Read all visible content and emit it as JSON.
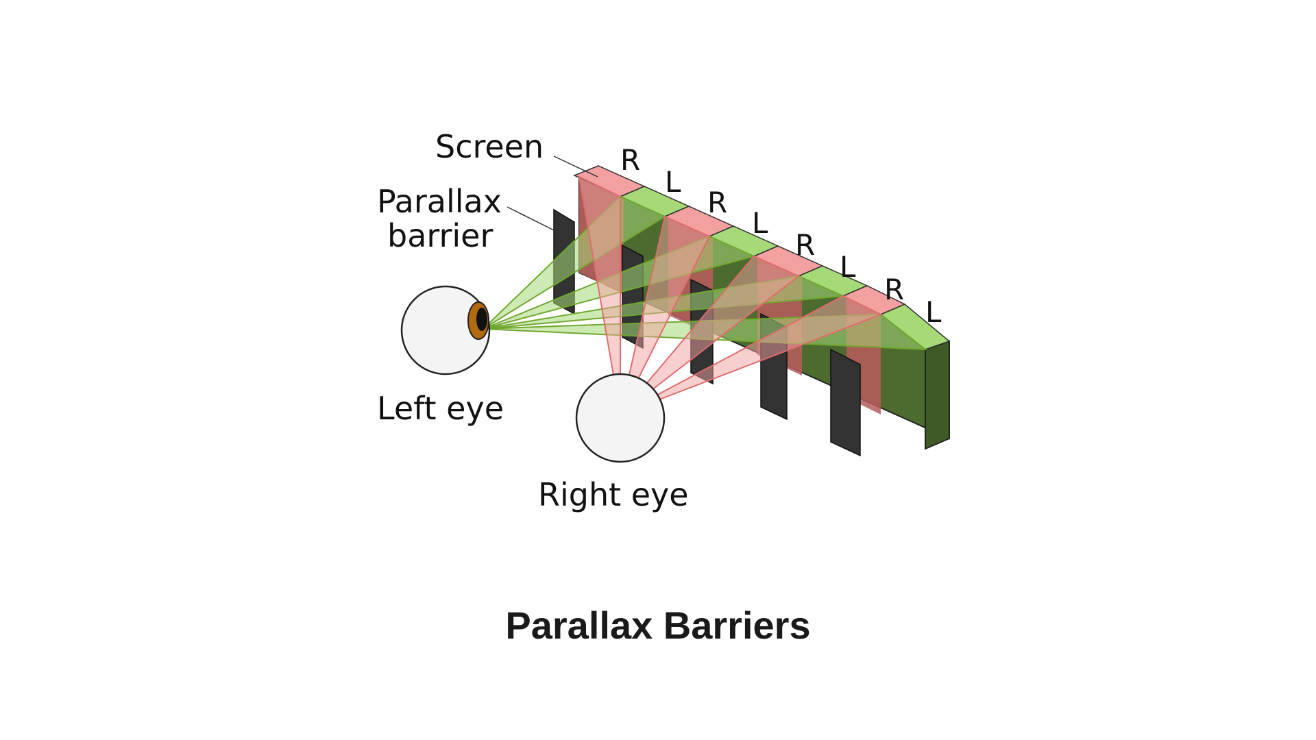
{
  "labels": {
    "screen": "Screen",
    "parallax_line1": "Parallax",
    "parallax_line2": "barrier",
    "left_eye": "Left eye",
    "right_eye": "Right eye"
  },
  "strip_labels": [
    "R",
    "L",
    "R",
    "L",
    "R",
    "L",
    "R",
    "L"
  ],
  "caption": "Parallax Barriers",
  "colors": {
    "right_strip": "#f2a0a0",
    "left_strip": "#a6d977",
    "left_strip_side": "#4d6a2f",
    "barrier": "#3a3a3a",
    "left_ray": "#7fb83a",
    "right_ray": "#e57a7a",
    "iris": "#b06a10"
  }
}
